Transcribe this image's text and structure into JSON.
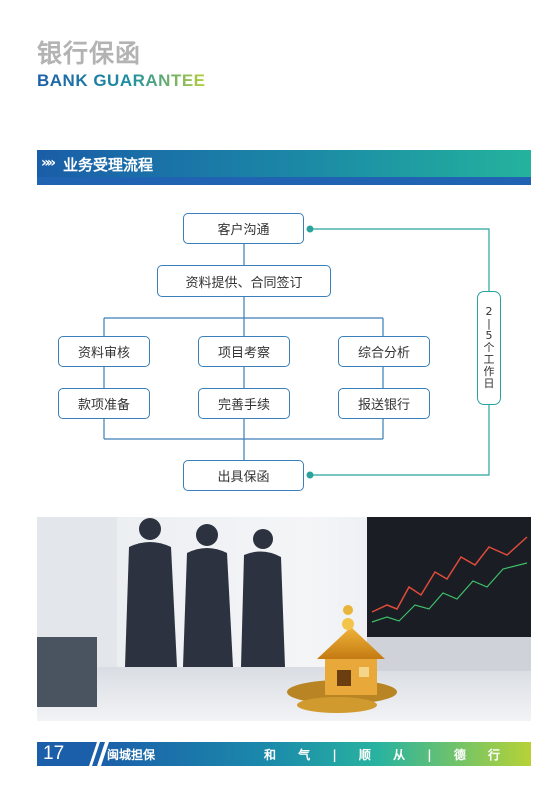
{
  "header": {
    "title_cn": "银行保函",
    "title_en": "BANK GUARANTEE"
  },
  "section": {
    "chevrons": "»»",
    "title": "业务受理流程"
  },
  "flow": {
    "step_communicate": "客户沟通",
    "step_docs": "资料提供、合同签订",
    "step_review": "资料审核",
    "step_inspect": "项目考察",
    "step_analysis": "综合分析",
    "step_deposit": "款项准备",
    "step_procedure": "完善手续",
    "step_submit": "报送银行",
    "step_issue": "出具保函",
    "duration_chars": [
      "2",
      "|",
      "5",
      "个",
      "工",
      "作",
      "日"
    ]
  },
  "footer": {
    "page_number": "17",
    "brand": "闽城担保",
    "motto": "和 气 | 顺 从 | 德 行"
  },
  "colors": {
    "flow_border": "#3a7fb7",
    "connector_teal": "#2aa39d",
    "brand_blue": "#1b5ea9",
    "brand_green": "#b7d236"
  }
}
